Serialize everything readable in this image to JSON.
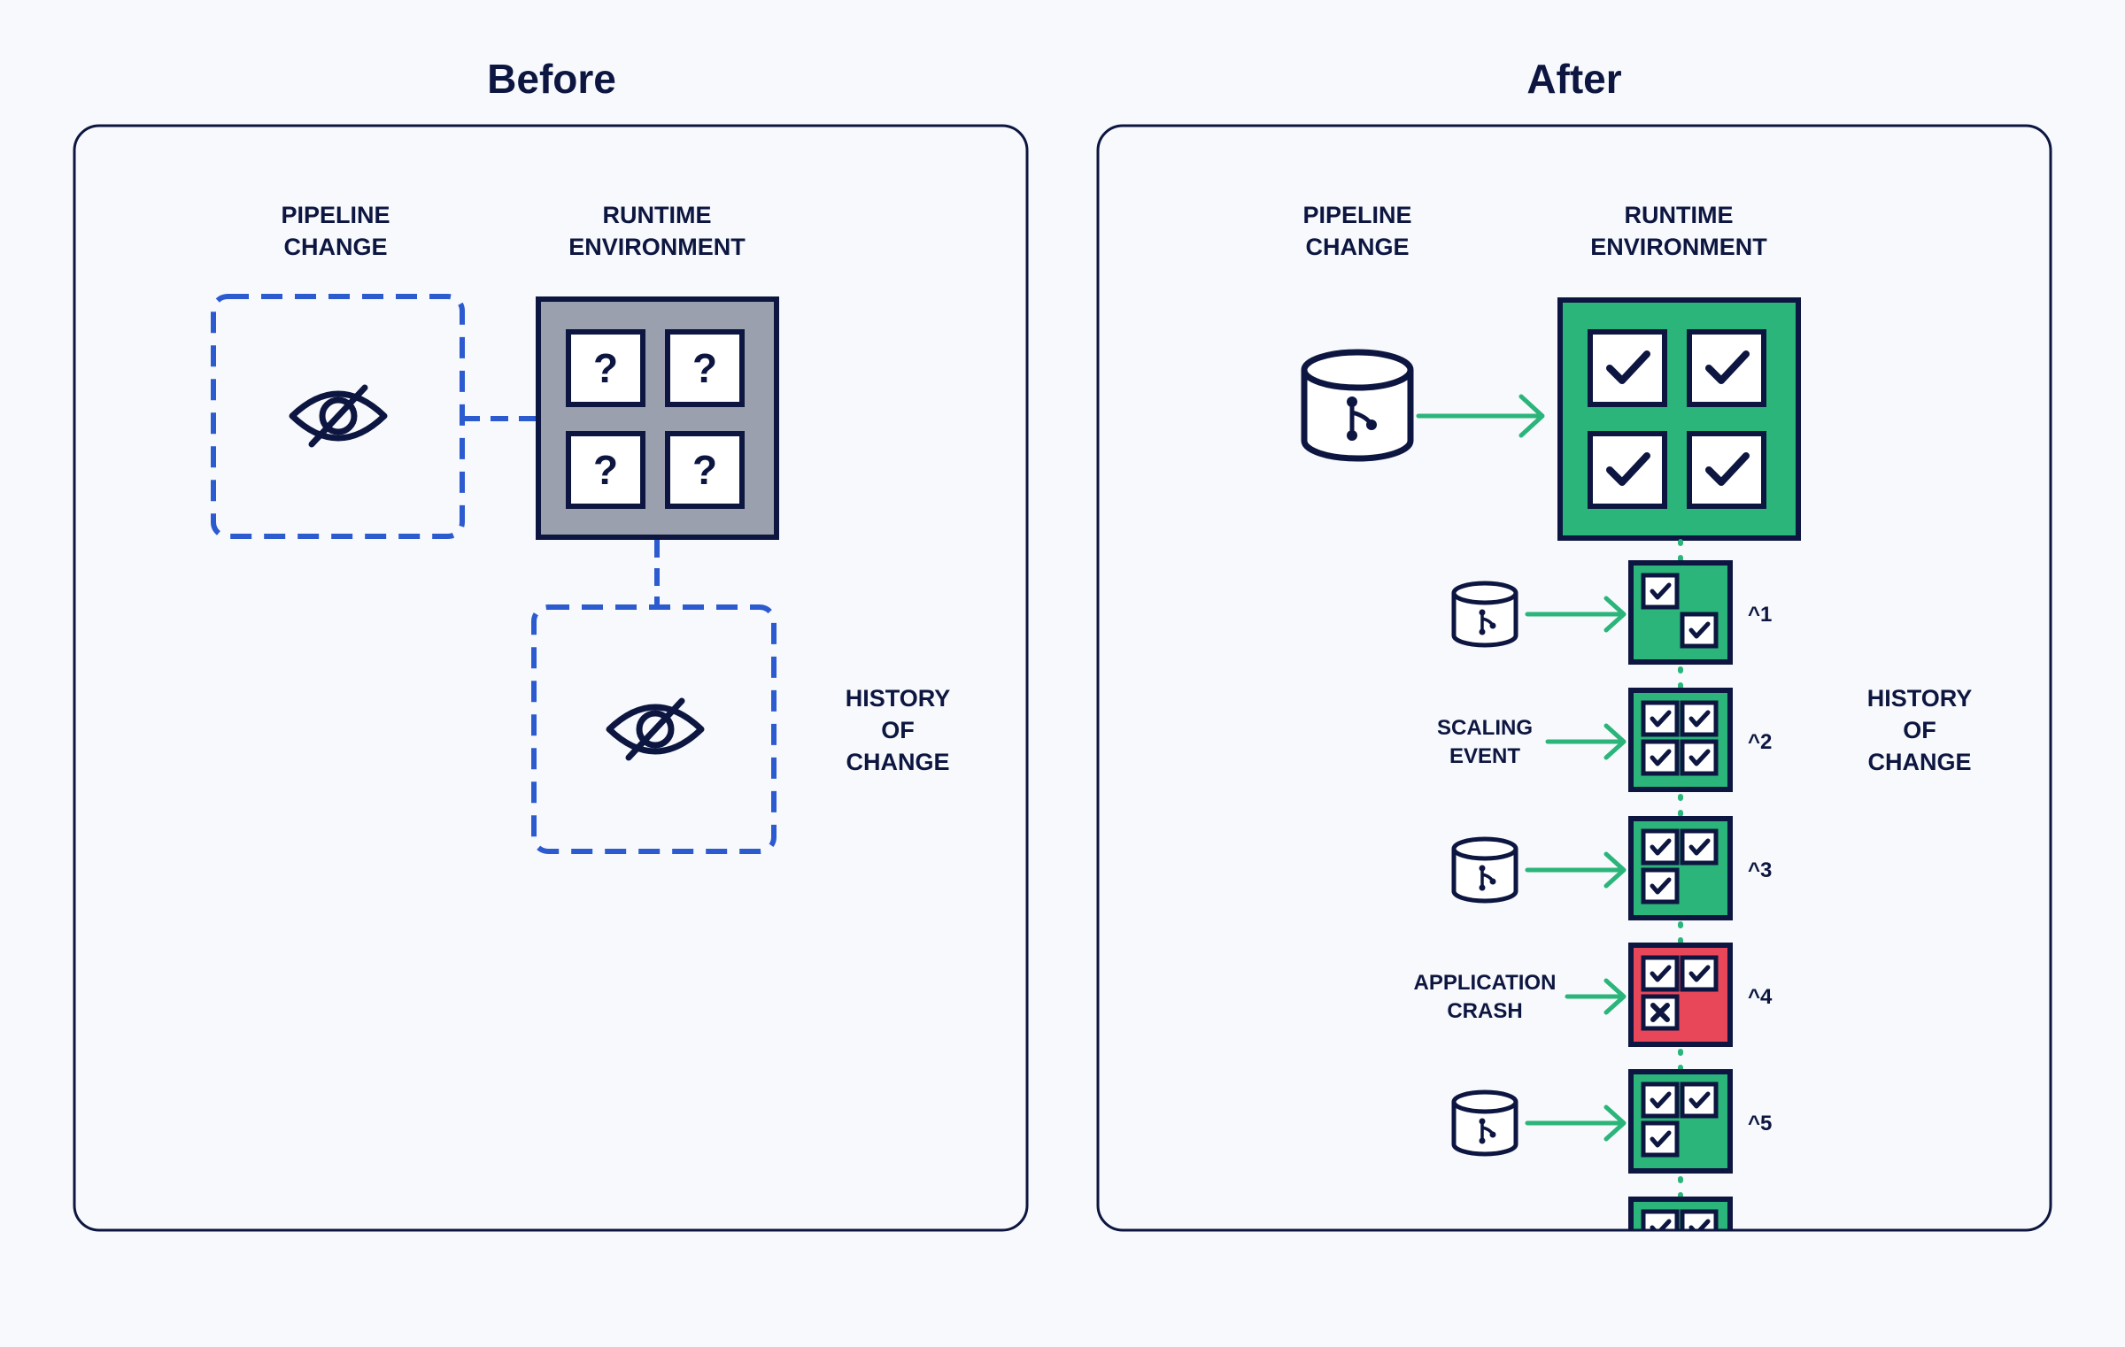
{
  "panels": {
    "before": {
      "title": "Before",
      "pipeline_label": [
        "PIPELINE",
        "CHANGE"
      ],
      "runtime_label": [
        "RUNTIME",
        "ENVIRONMENT"
      ],
      "history_label": [
        "HISTORY",
        "OF",
        "CHANGE"
      ],
      "unknown_glyph": "?",
      "icons": [
        "eye-slash-icon",
        "eye-slash-icon"
      ]
    },
    "after": {
      "title": "After",
      "pipeline_label": [
        "PIPELINE",
        "CHANGE"
      ],
      "runtime_label": [
        "RUNTIME",
        "ENVIRONMENT"
      ],
      "history_label": [
        "HISTORY",
        "OF",
        "CHANGE"
      ],
      "history": [
        {
          "trigger": "repo",
          "trigger_label": [],
          "version": "^1",
          "status": "ok",
          "cells": [
            "check",
            "",
            "",
            "check"
          ]
        },
        {
          "trigger": "text",
          "trigger_label": [
            "SCALING",
            "EVENT"
          ],
          "version": "^2",
          "status": "ok",
          "cells": [
            "check",
            "check",
            "check",
            "check"
          ]
        },
        {
          "trigger": "repo",
          "trigger_label": [],
          "version": "^3",
          "status": "ok",
          "cells": [
            "check",
            "check",
            "check",
            ""
          ]
        },
        {
          "trigger": "text",
          "trigger_label": [
            "APPLICATION",
            "CRASH"
          ],
          "version": "^4",
          "status": "error",
          "cells": [
            "check",
            "check",
            "cross",
            ""
          ]
        },
        {
          "trigger": "repo",
          "trigger_label": [],
          "version": "^5",
          "status": "ok",
          "cells": [
            "check",
            "check",
            "check",
            ""
          ]
        }
      ]
    }
  },
  "colors": {
    "ink": "#0d1640",
    "dashed_blue": "#2c5bd0",
    "unknown_gray": "#9aa0ad",
    "ok_green": "#2bb57a",
    "error_red": "#e8475a",
    "background": "#f7f9fc",
    "panel_bg": "#f7f9fc"
  }
}
